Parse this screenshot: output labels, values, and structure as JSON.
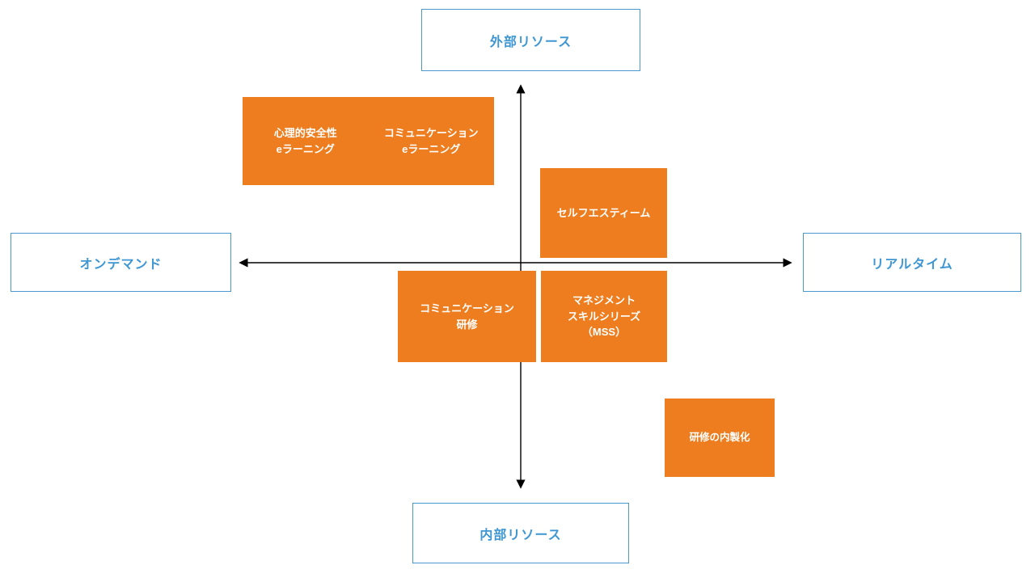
{
  "diagram": {
    "title_hint": "training-resource-positioning-quadrant",
    "axis_boxes": {
      "top": {
        "label": "外部リソース"
      },
      "bottom": {
        "label": "内部リソース"
      },
      "left": {
        "label": "オンデマンド"
      },
      "right": {
        "label": "リアルタイム"
      }
    },
    "items": {
      "psych_safety_elearning": "心理的安全性\neラーニング",
      "communication_elearning": "コミュニケーション\neラーニング",
      "self_esteem": "セルフエスティーム",
      "communication_training": "コミュニケーション\n研修",
      "management_skill_series": "マネジメント\nスキルシリーズ\n（MSS）",
      "training_internalization": "研修の内製化"
    },
    "colors": {
      "item_orange": "#ed7d1e",
      "label_blue_text": "#3e96d2",
      "label_blue_border": "#4a99ce",
      "axis_line": "#000000",
      "item_text": "#ffffff",
      "background": "#ffffff"
    }
  }
}
